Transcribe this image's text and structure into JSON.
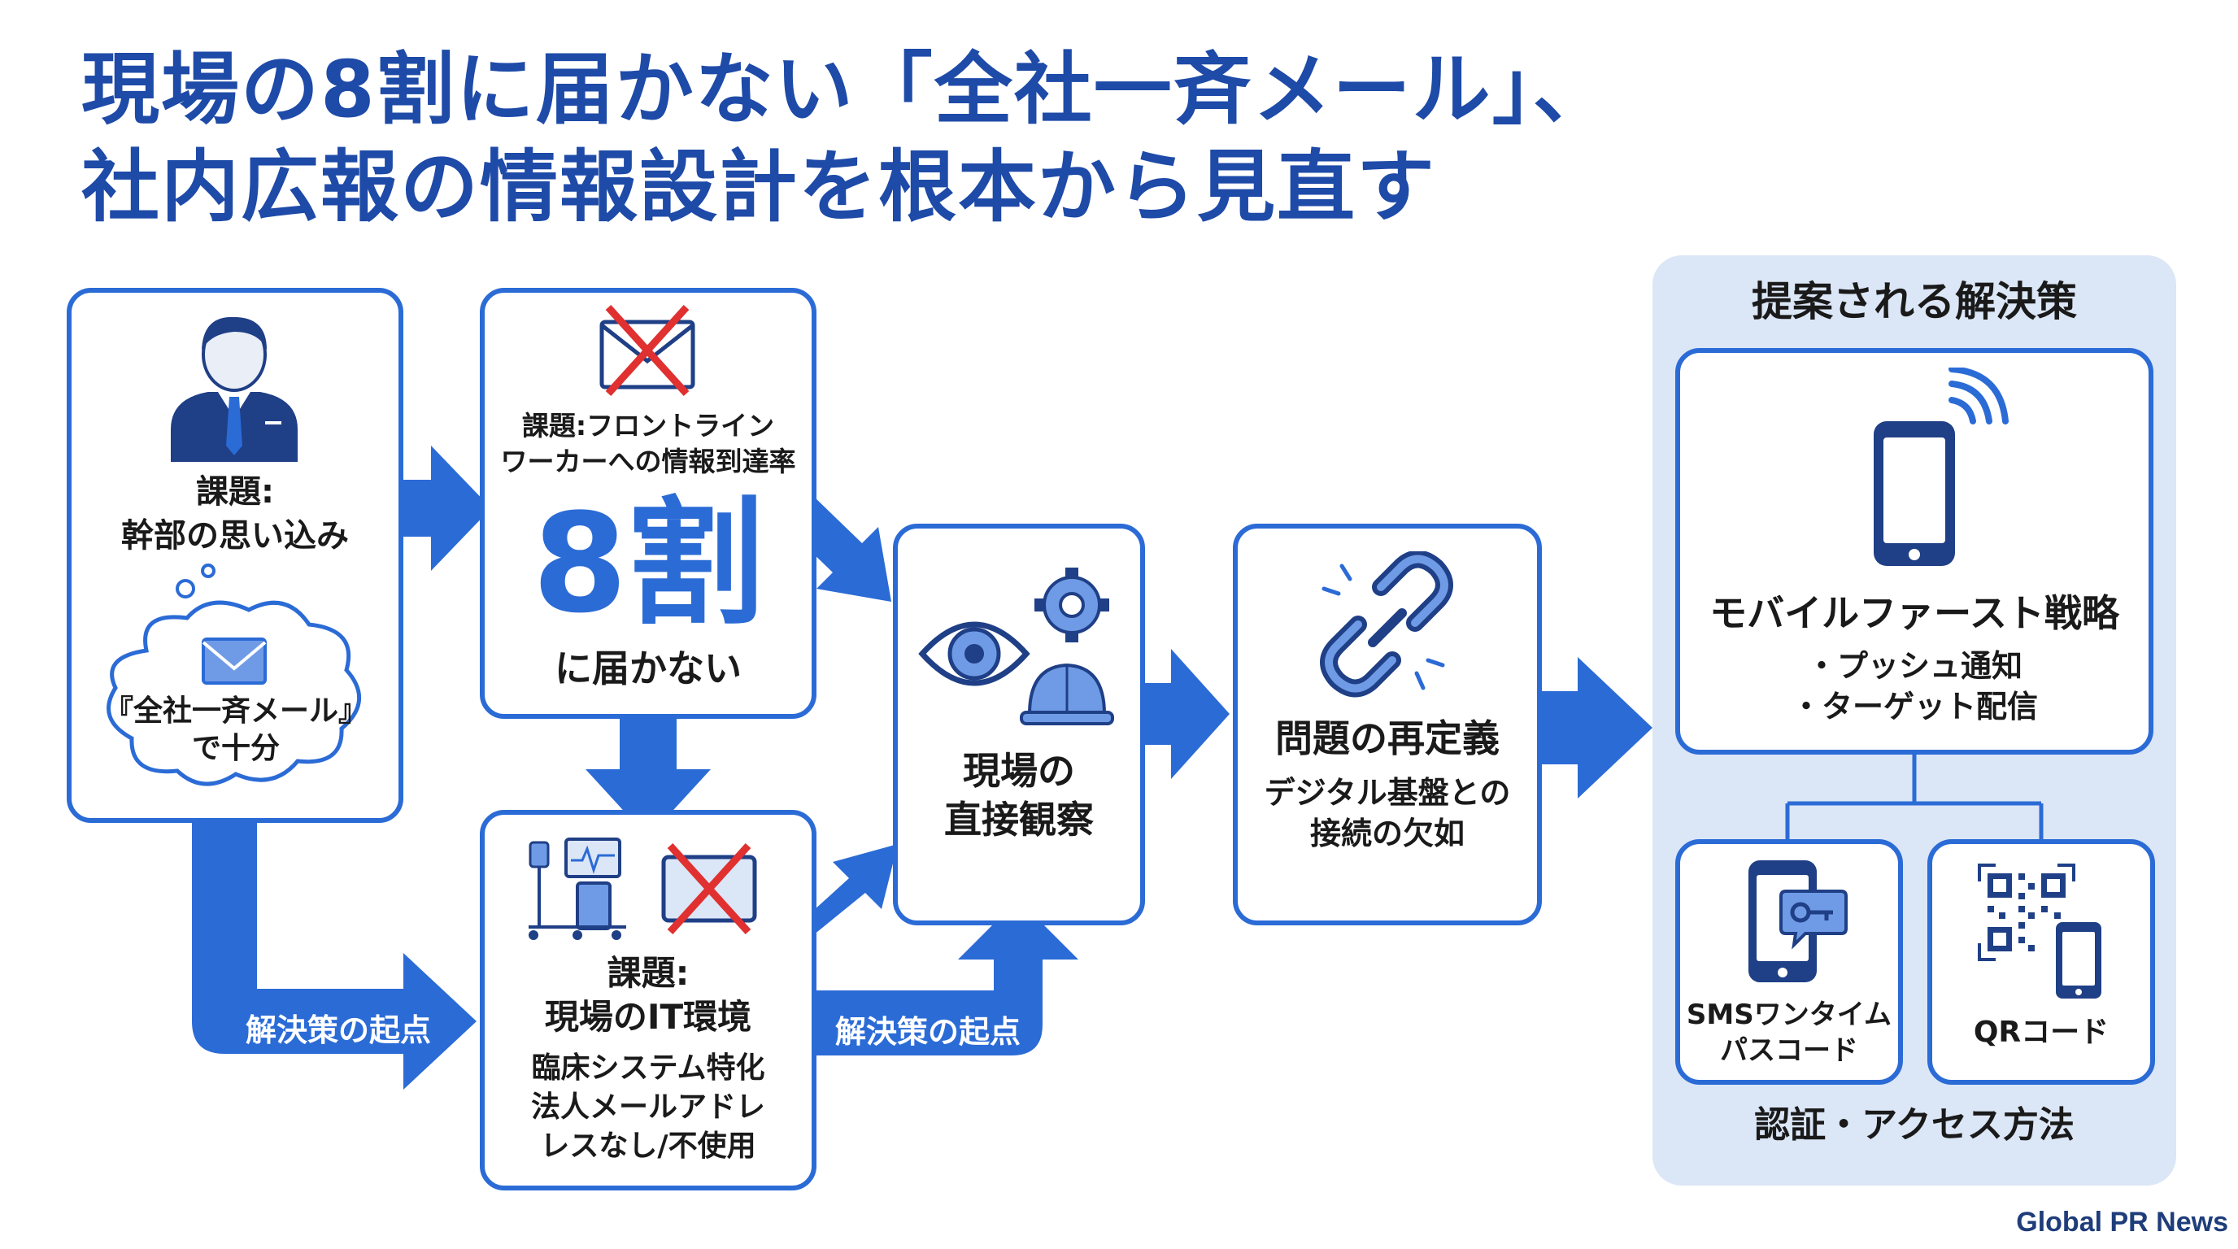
{
  "title": {
    "line1": "現場の8割に届かない「全社一斉メール」、",
    "line2": "社内広報の情報設計を根本から見直す"
  },
  "box_exec": {
    "label_line1": "課題:",
    "label_line2": "幹部の思い込み",
    "bubble_line1": "『全社一斉メール』",
    "bubble_line2": "で十分"
  },
  "box_rate": {
    "label_line1": "課題:フロントライン",
    "label_line2": "ワーカーへの情報到達率",
    "big_value": "8割",
    "sub": "に届かない"
  },
  "box_it": {
    "label_line1": "課題:",
    "label_line2": "現場のIT環境",
    "desc_line1": "臨床システム特化",
    "desc_line2": "法人メールアドレ",
    "desc_line3": "レスなし/不使用"
  },
  "box_observe": {
    "line1": "現場の",
    "line2": "直接観察"
  },
  "box_redefine": {
    "title": "問題の再定義",
    "desc_line1": "デジタル基盤との",
    "desc_line2": "接続の欠如"
  },
  "arrows": {
    "start_label_1": "解決策の起点",
    "start_label_2": "解決策の起点"
  },
  "solutions": {
    "panel_title": "提案される解決策",
    "mobile_title": "モバイルファースト戦略",
    "mobile_item1": "・プッシュ通知",
    "mobile_item2": "・ターゲット配信",
    "sms_line1": "SMSワンタイム",
    "sms_line2": "パスコード",
    "qr_label": "QRコード",
    "auth_label": "認証・アクセス方法"
  },
  "credit": "Global PR News",
  "colors": {
    "primary": "#2b6bd6",
    "title": "#1e4aa8",
    "panel": "#dbe6f6",
    "dark_navy": "#1e3d7a",
    "red_x": "#e03030"
  }
}
